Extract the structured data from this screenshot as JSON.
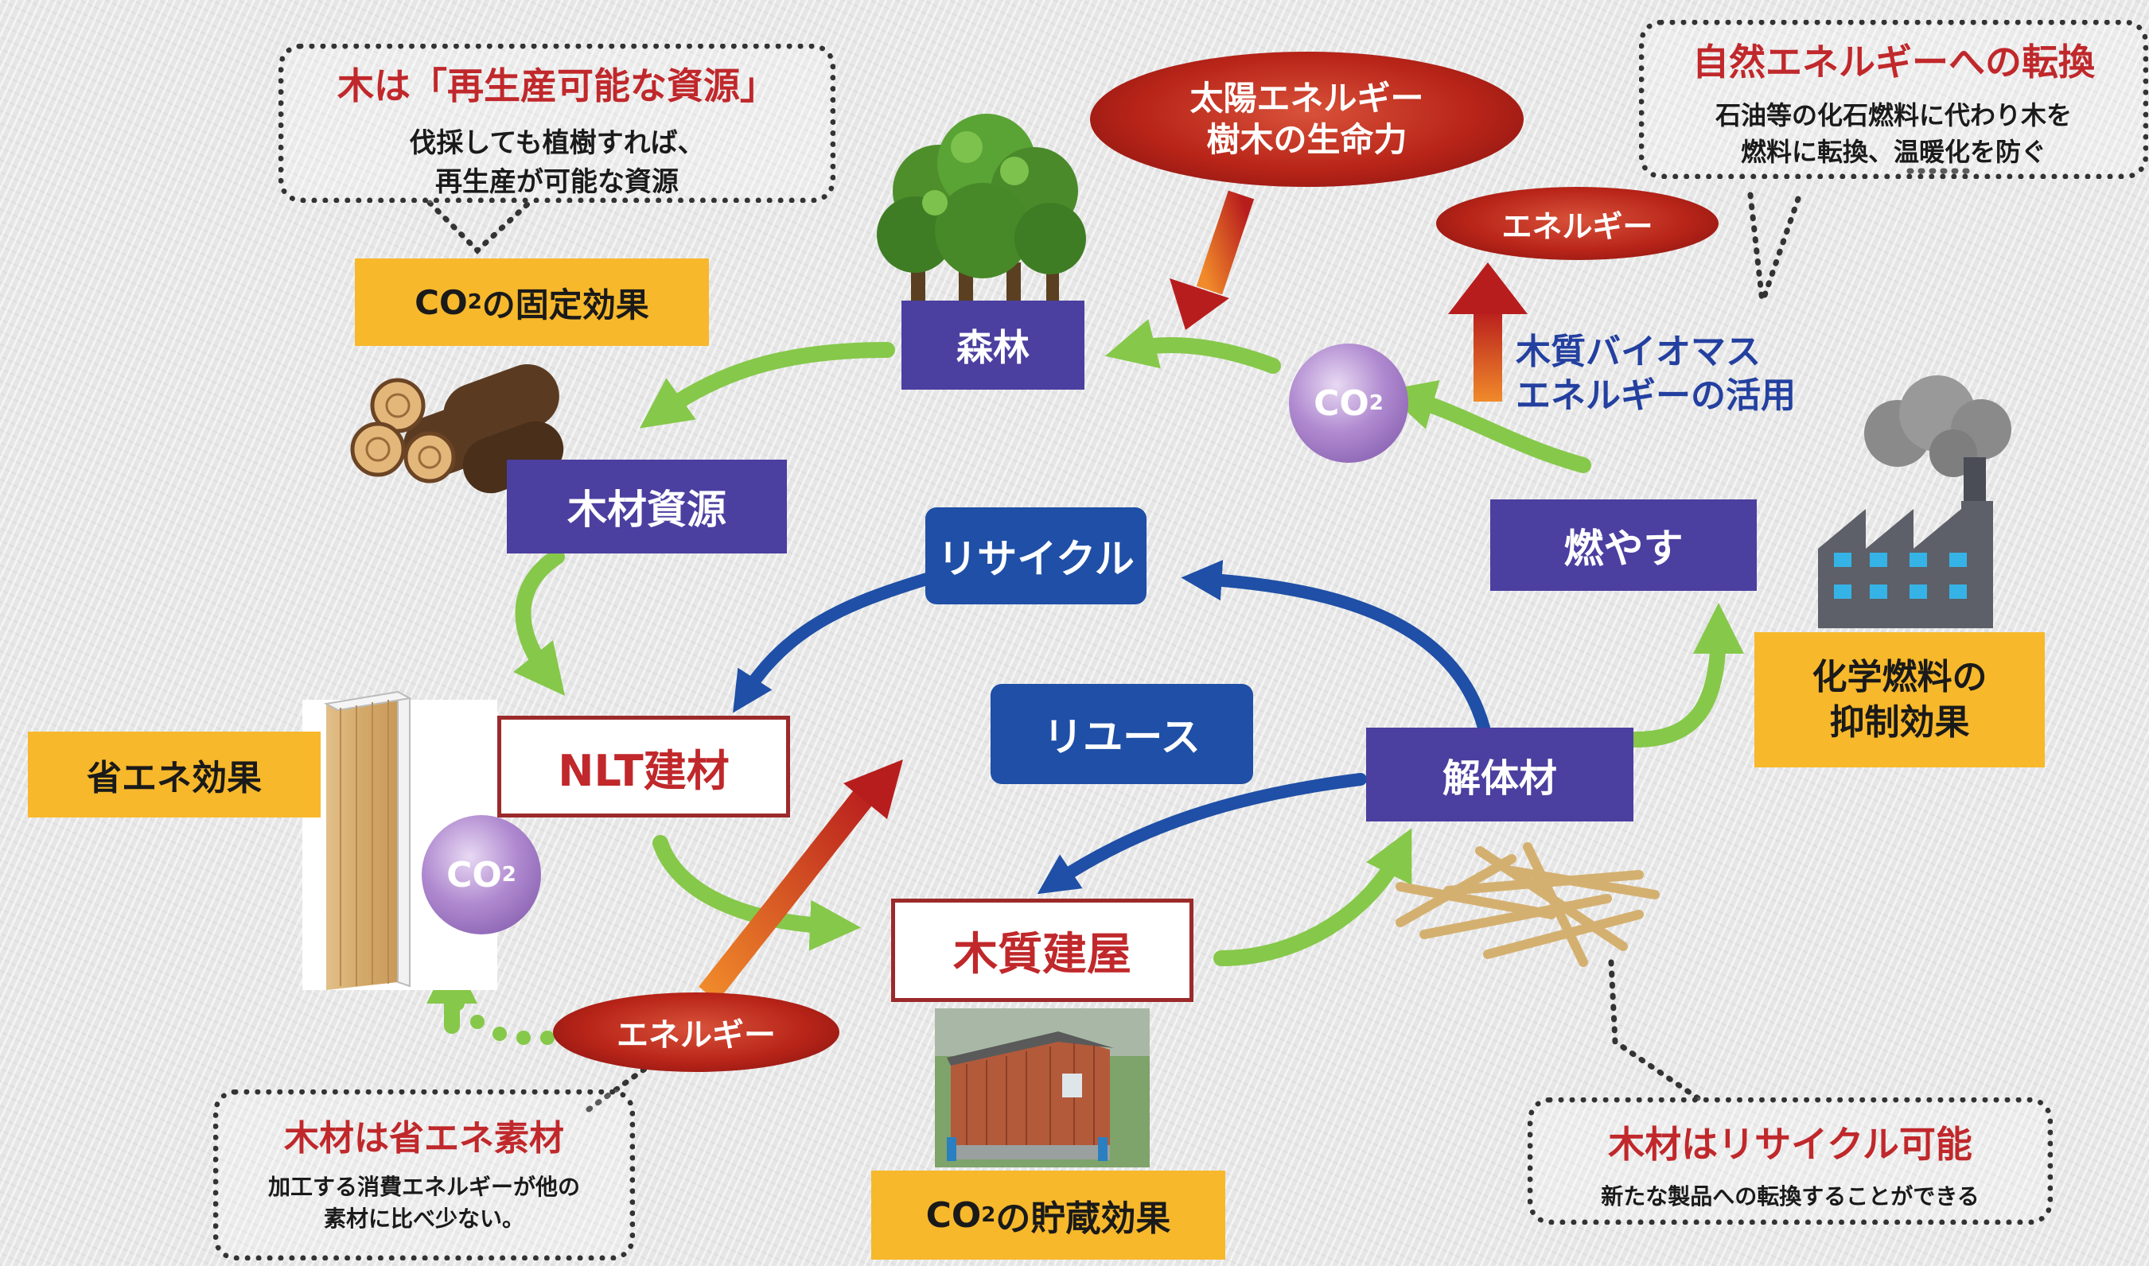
{
  "nodes": {
    "forest": "森林",
    "timber_resource": "木材資源",
    "recycle": "リサイクル",
    "burn": "燃やす",
    "nlt": "NLT建材",
    "reuse": "リユース",
    "demolition": "解体材",
    "wooden_building": "木質建屋"
  },
  "effects": {
    "co2_fixation": {
      "pre": "CO",
      "sub": "2",
      "post": "の固定効果"
    },
    "energy_saving": "省エネ効果",
    "chemical_fuel_line1": "化学燃料の",
    "chemical_fuel_line2": "抑制効果",
    "co2_storage": {
      "pre": "CO",
      "sub": "2",
      "post": "の貯蔵効果"
    }
  },
  "energy_ovals": {
    "solar_line1": "太陽エネルギー",
    "solar_line2": "樹木の生命力",
    "energy_top": "エネルギー",
    "energy_bottom": "エネルギー"
  },
  "co2_circles": {
    "label": "CO",
    "sub": "2"
  },
  "biomass": {
    "line1": "木質バイオマス",
    "line2": "エネルギーの活用"
  },
  "callouts": {
    "renewable": {
      "title": "木は「再生産可能な資源」",
      "line1": "伐採しても植樹すれば、",
      "line2": "再生産が可能な資源"
    },
    "natural_energy": {
      "title": "自然エネルギーへの転換",
      "line1": "石油等の化石燃料に代わり木を",
      "line2": "燃料に転換、温暖化を防ぐ"
    },
    "energy_material": {
      "title": "木材は省エネ素材",
      "line1": "加工する消費エネルギーが他の",
      "line2": "素材に比べ少ない。"
    },
    "recyclable": {
      "title": "木材はリサイクル可能",
      "line1": "新たな製品への転換することができる"
    }
  },
  "colors": {
    "node_purple": "#4b3fa0",
    "effect_yellow": "#f7b82b",
    "cycle_blue": "#1f4fa6",
    "title_red": "#c0282b",
    "arrow_green": "#86c84a",
    "biomass_text_blue": "#2340a0"
  },
  "icons": [
    "tree-icon",
    "logs-icon",
    "factory-icon",
    "wood-chips-icon",
    "wall-panel-icon",
    "building-photo"
  ]
}
